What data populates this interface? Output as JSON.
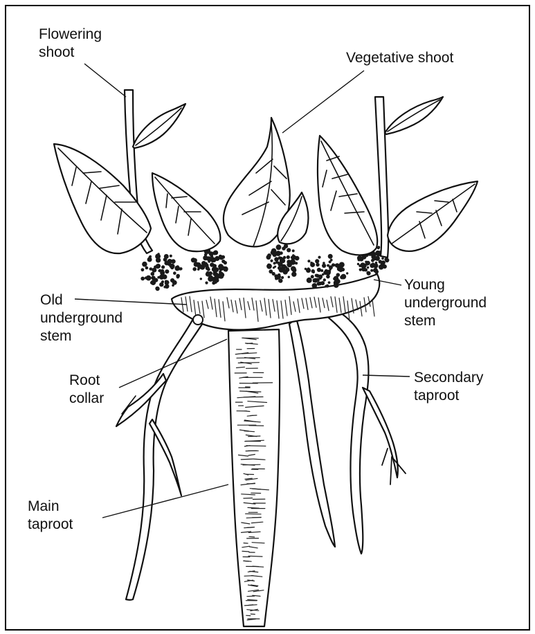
{
  "figure": {
    "labels": {
      "flowering_shoot": [
        "Flowering",
        "shoot"
      ],
      "vegetative_shoot": [
        "Vegetative shoot"
      ],
      "old_underground_stem": [
        "Old",
        "underground",
        "stem"
      ],
      "young_underground_stem": [
        "Young",
        "underground",
        "stem"
      ],
      "root_collar": [
        "Root",
        "collar"
      ],
      "secondary_taproot": [
        "Secondary",
        "taproot"
      ],
      "main_taproot": [
        "Main",
        "taproot"
      ]
    },
    "colors": {
      "ink": "#111111",
      "background": "#ffffff",
      "border": "#000000"
    }
  }
}
